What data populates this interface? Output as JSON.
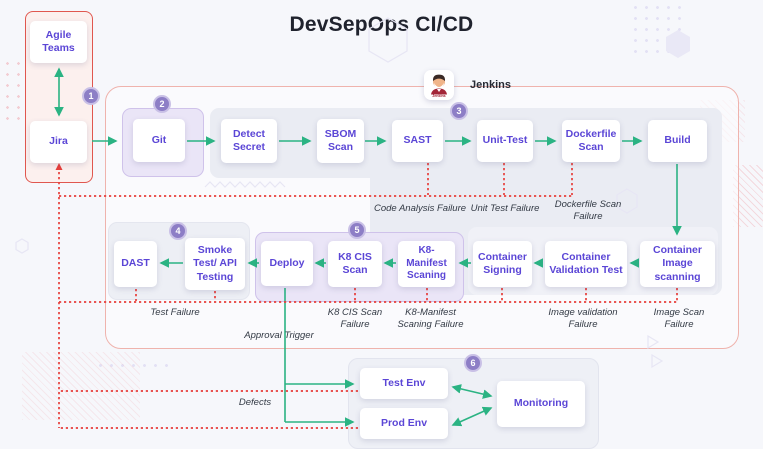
{
  "title": "DevSepOps CI/CD",
  "jenkins": {
    "label": "Jenkins",
    "icon": "jenkins-butler-icon"
  },
  "badges": {
    "b1": "1",
    "b2": "2",
    "b3": "3",
    "b4": "4",
    "b5": "5",
    "b6": "6"
  },
  "nodes": {
    "agile_teams": "Agile Teams",
    "jira": "Jira",
    "git": "Git",
    "detect_secret": "Detect Secret",
    "sbom_scan": "SBOM Scan",
    "sast": "SAST",
    "unit_test": "Unit-Test",
    "dockerfile_scan": "Dockerfile Scan",
    "build": "Build",
    "dast": "DAST",
    "smoke_test": "Smoke Test/ API Testing",
    "deploy": "Deploy",
    "k8_cis_scan": "K8 CIS Scan",
    "k8_manifest_scaning": "K8-Manifest Scaning",
    "container_signing": "Container Signing",
    "container_validation_test": "Container Validation Test",
    "container_image_scanning": "Container Image scanning",
    "test_env": "Test Env",
    "prod_env": "Prod Env",
    "monitoring": "Monitoring"
  },
  "edge_labels": {
    "code_analysis_failure": "Code Analysis Failure",
    "unit_test_failure": "Unit Test Failure",
    "dockerfile_scan_failure": "Dockerfile Scan Failure",
    "test_failure": "Test Failure",
    "k8_cis_scan_failure": "K8 CIS Scan Failure",
    "k8_manifest_scaning_failure": "K8-Manifest Scaning Failure",
    "image_validation_failure": "Image validation Failure",
    "image_scan_failure": "Image Scan Failure",
    "approval_trigger": "Approval Trigger",
    "defects": "Defects"
  },
  "colors": {
    "flow_green": "#2bb383",
    "failure_red": "#e73e3a",
    "node_text_purple": "#5b46d6",
    "badge_purple": "#8d7ec6",
    "outer_border_pink": "#efb3ad",
    "left_border_red": "#e0574f",
    "purple_group_fill": "#eae5f7",
    "gray_group_fill": "#eaecf3",
    "title_dark": "#20232e"
  }
}
